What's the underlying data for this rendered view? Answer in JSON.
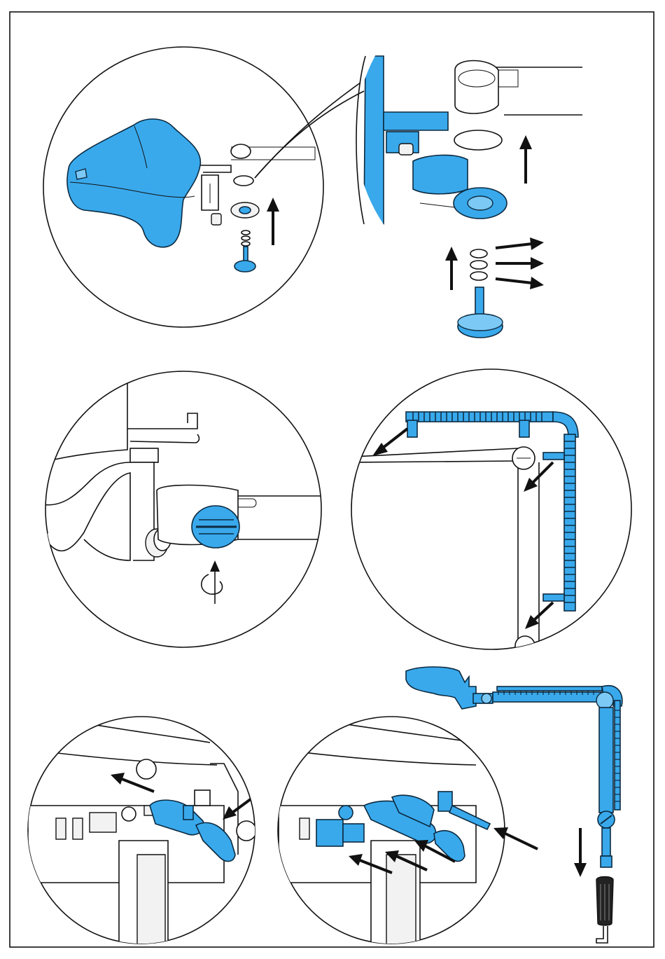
{
  "colors": {
    "accent_part": "#39a9ec",
    "accent_part_light": "#7cc9f5",
    "line": "#111111",
    "background": "#ffffff"
  },
  "panels": [
    {
      "name": "panel-remove-knob-and-orings",
      "icons": [
        "knob-part",
        "o-ring-icon",
        "arrow-up-icon",
        "arrow-right-icon"
      ]
    },
    {
      "name": "panel-loosen-screw",
      "icons": [
        "screw-part",
        "rotate-arrow-icon"
      ]
    },
    {
      "name": "panel-unclip-cable-channel",
      "icons": [
        "cable-channel-part",
        "arrow-diagonal-icon"
      ]
    },
    {
      "name": "panel-ports-unplugged",
      "icons": [
        "connector-part",
        "arrow-diagonal-icon"
      ]
    },
    {
      "name": "panel-ports-disconnect-all",
      "icons": [
        "connector-part",
        "arrow-diagonal-icon"
      ]
    },
    {
      "name": "panel-remove-arm-assembly",
      "icons": [
        "arm-assembly-part",
        "allen-key-icon",
        "arrow-down-icon"
      ]
    }
  ]
}
